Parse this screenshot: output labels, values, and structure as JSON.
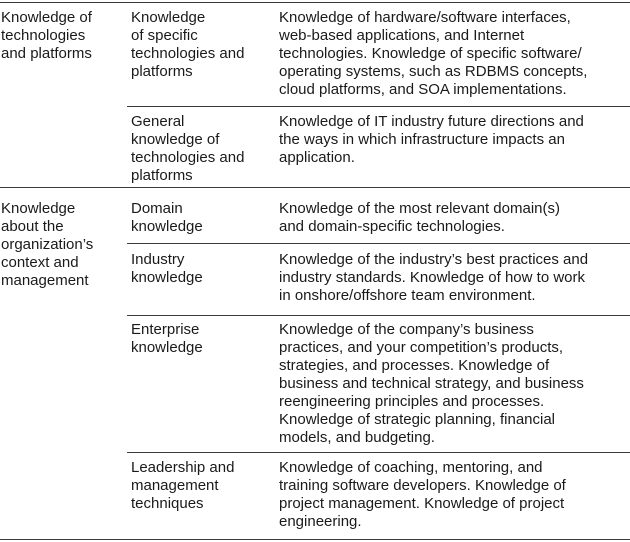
{
  "groups": [
    {
      "category": "Knowledge of\ntechnologies\nand platforms",
      "rows": [
        {
          "area": "Knowledge\nof specific\ntechnologies and\nplatforms",
          "description": "Knowledge of hardware/software interfaces,\nweb-based applications, and Internet\ntechnologies. Knowledge of specific software/\noperating systems, such as RDBMS concepts,\ncloud platforms, and SOA implementations."
        },
        {
          "area": "General\nknowledge of\ntechnologies and\nplatforms",
          "description": "Knowledge of IT industry future directions and\nthe ways in which infrastructure impacts an\napplication."
        }
      ]
    },
    {
      "category": "Knowledge\nabout the\norganization’s\ncontext and\nmanagement",
      "rows": [
        {
          "area": "Domain\nknowledge",
          "description": "Knowledge of the most relevant domain(s)\nand domain-specific technologies."
        },
        {
          "area": "Industry\nknowledge",
          "description": "Knowledge of the industry’s best practices and\nindustry standards. Knowledge of how to work\nin onshore/offshore team environment."
        },
        {
          "area": "Enterprise\nknowledge",
          "description": "Knowledge of the company’s business\npractices, and your competition’s products,\nstrategies, and processes. Knowledge of\nbusiness and technical strategy, and business\nreengineering principles and processes.\nKnowledge of strategic planning, financial\nmodels, and budgeting."
        },
        {
          "area": "Leadership and\nmanagement\ntechniques",
          "description": "Knowledge of coaching, mentoring, and\ntraining software developers. Knowledge of\nproject management. Knowledge of project\nengineering."
        }
      ]
    }
  ]
}
